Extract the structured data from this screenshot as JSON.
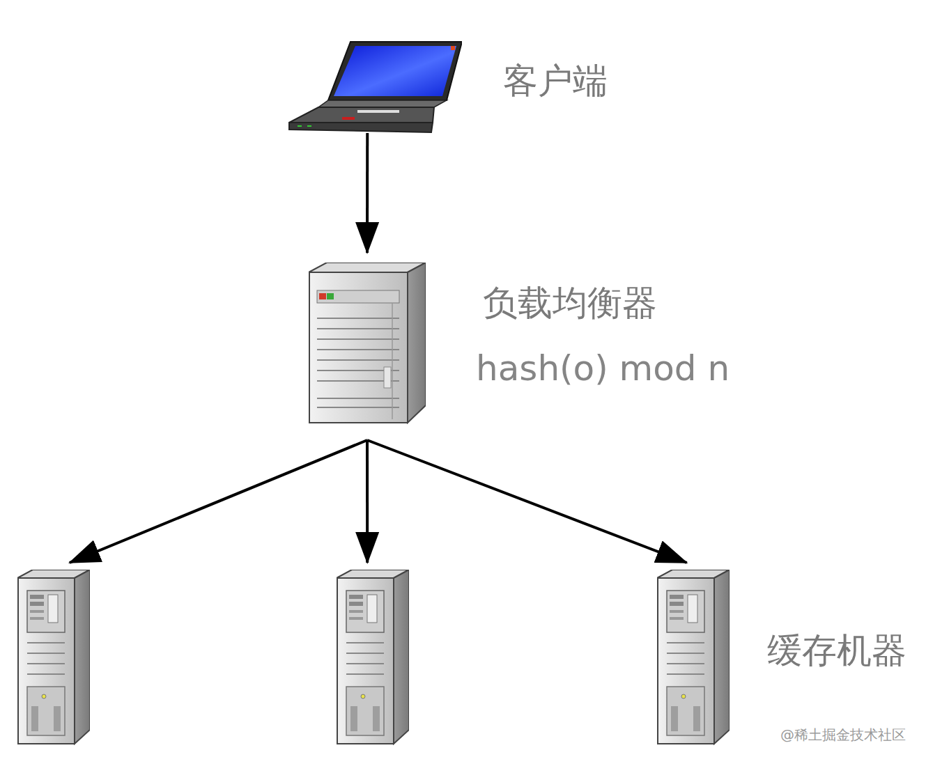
{
  "diagram": {
    "nodes": [
      {
        "text": [
          "客户端"
        ]
      },
      {
        "text": [
          "负载均衡器",
          "hash(o) mod n"
        ]
      },
      {
        "text": []
      },
      {
        "text": []
      },
      {
        "text": [
          "缓存机器"
        ]
      }
    ],
    "edges": [
      {
        "from": 0,
        "to": 1,
        "arrow": "to"
      },
      {
        "from": 1,
        "to": 2,
        "arrow": "to"
      },
      {
        "from": 1,
        "to": 3,
        "arrow": "to"
      },
      {
        "from": 1,
        "to": 4,
        "arrow": "to"
      }
    ],
    "labels": [
      "@稀土掘金技术社区"
    ]
  }
}
